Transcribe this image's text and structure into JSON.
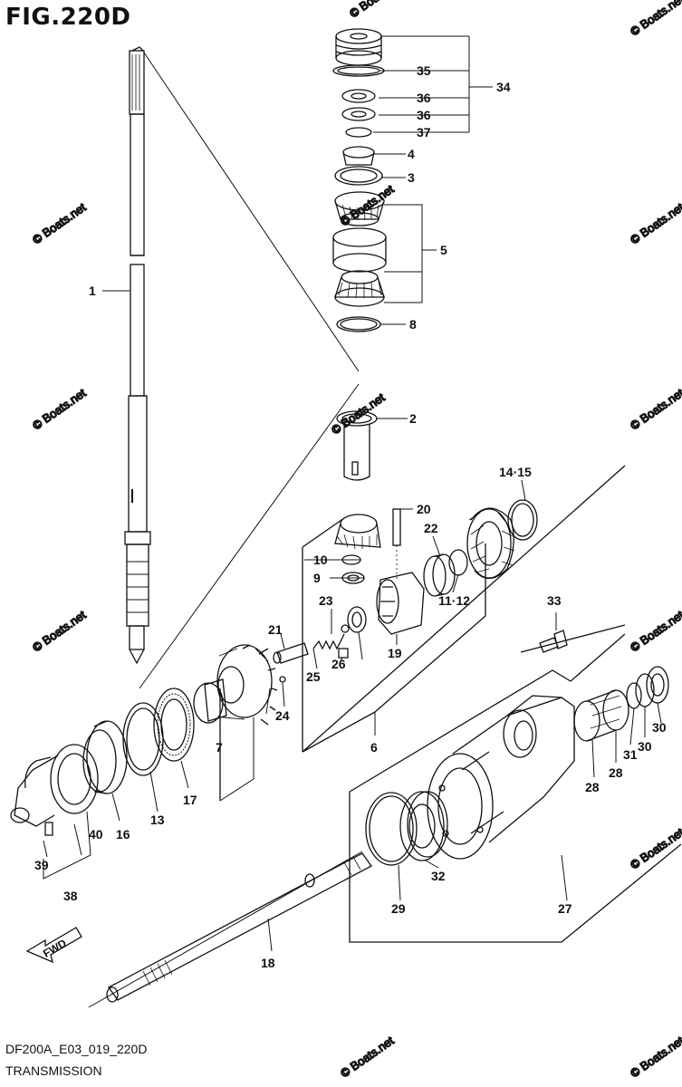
{
  "figure": {
    "title": "FIG.220D",
    "drawing_code": "DF200A_E03_019_220D",
    "section_name": "TRANSMISSION"
  },
  "direction_label": "FWD",
  "watermark": "© Boats.net",
  "callouts": [
    "1",
    "2",
    "3",
    "4",
    "5",
    "6",
    "7",
    "8",
    "9",
    "10",
    "11·12",
    "13",
    "14·15",
    "16",
    "17",
    "18",
    "19",
    "20",
    "21",
    "22",
    "23",
    "24",
    "25",
    "26",
    "27",
    "28",
    "28",
    "29",
    "30",
    "30",
    "31",
    "32",
    "33",
    "34",
    "35",
    "36",
    "36",
    "37",
    "38",
    "39",
    "40"
  ],
  "colors": {
    "ink": "#111111",
    "paper": "#ffffff",
    "watermark": "#c9c9c9"
  }
}
